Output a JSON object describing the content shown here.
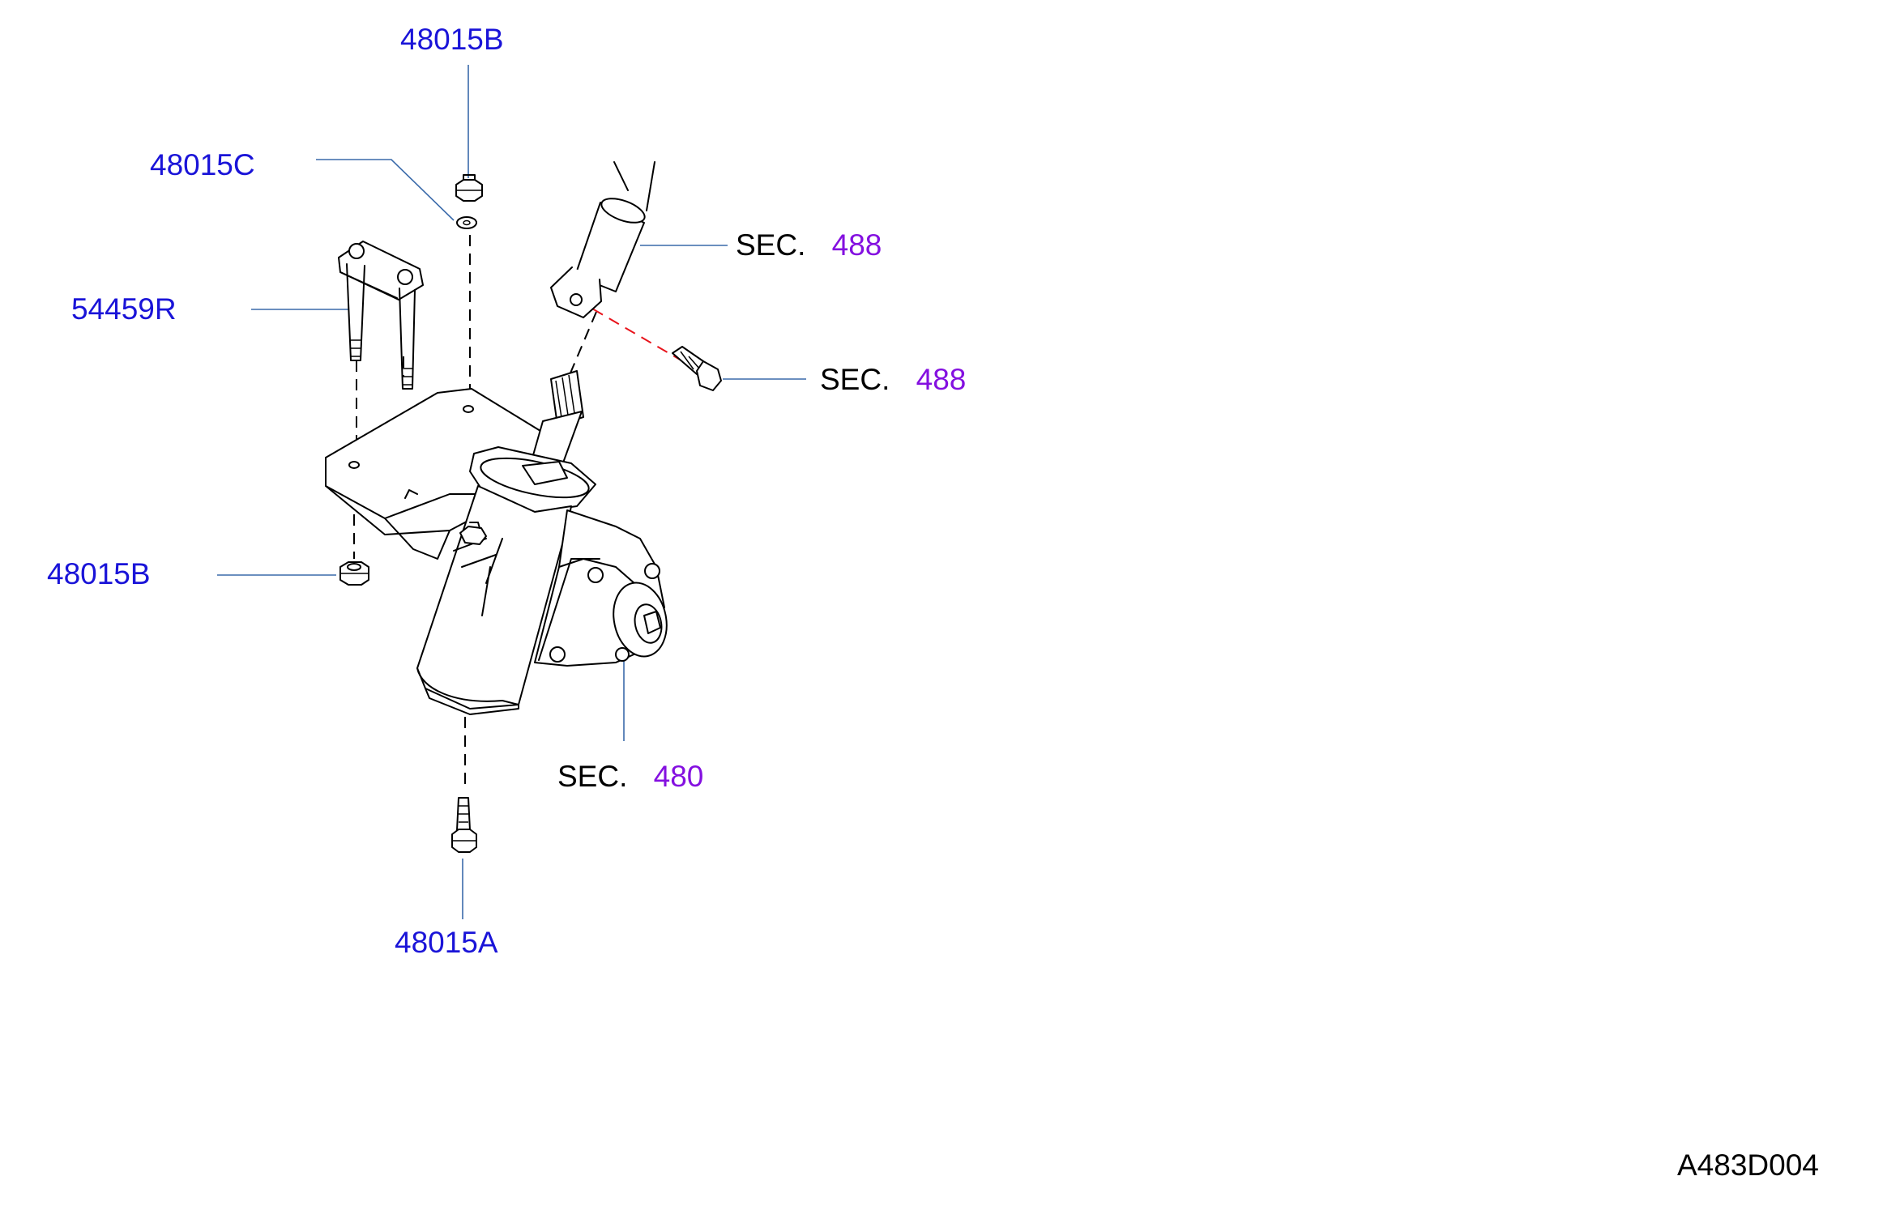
{
  "diagram": {
    "code": "A483D004",
    "sec_word": "SEC.",
    "callouts": [
      {
        "id": "bolt-48015a",
        "text": "48015A"
      },
      {
        "id": "nut-48015b-top",
        "text": "48015B"
      },
      {
        "id": "nut-48015b-bottom",
        "text": "48015B"
      },
      {
        "id": "washer-48015c",
        "text": "48015C"
      },
      {
        "id": "ubolt-54459r",
        "text": "54459R"
      }
    ],
    "section_refs": [
      {
        "id": "sec-488-column",
        "number": "488"
      },
      {
        "id": "sec-488-bolt",
        "number": "488"
      },
      {
        "id": "sec-480-gear",
        "number": "480"
      }
    ]
  }
}
